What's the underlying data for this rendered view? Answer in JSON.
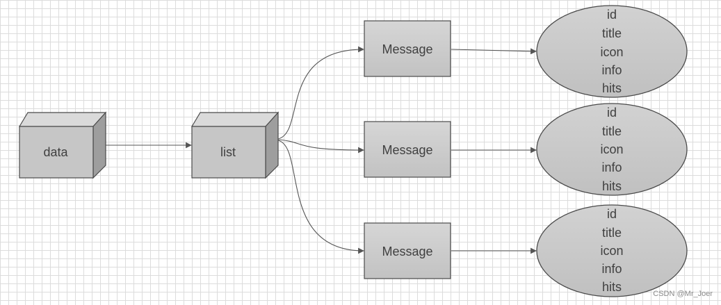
{
  "nodes": {
    "data": "data",
    "list": "list",
    "messages": [
      "Message",
      "Message",
      "Message"
    ]
  },
  "fields": [
    [
      "id",
      "title",
      "icon",
      "info",
      "hits"
    ],
    [
      "id",
      "title",
      "icon",
      "info",
      "hits"
    ],
    [
      "id",
      "title",
      "icon",
      "info",
      "hits"
    ]
  ],
  "watermark": "CSDN @Mr_Joer",
  "colors": {
    "box_front": "#c6c6c6",
    "box_top": "#d9d9d9",
    "box_side": "#9d9d9d",
    "ellipse_fill": "#c8c8c8",
    "stroke": "#4a4a4a",
    "connector": "#555555"
  }
}
